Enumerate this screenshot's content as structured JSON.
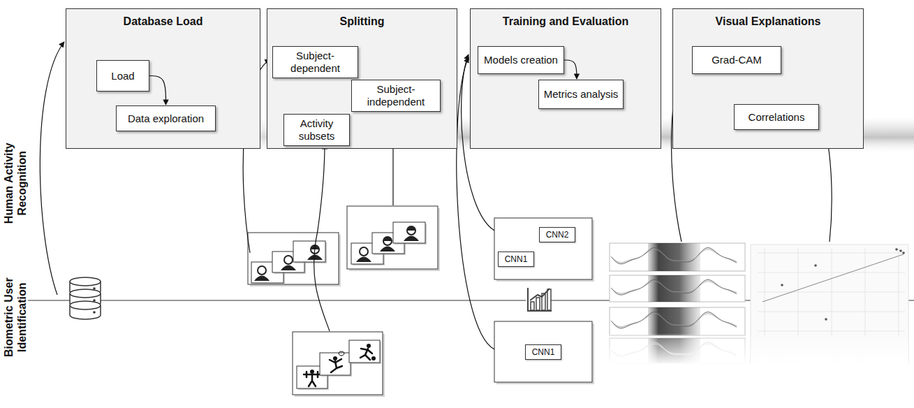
{
  "diagram": {
    "nodes": [
      {
        "text": [
          "Database Load"
        ]
      },
      {
        "text": [
          "Load"
        ],
        "in": 0
      },
      {
        "text": [
          "Data exploration"
        ],
        "in": 0
      },
      {
        "text": [
          "Splitting"
        ]
      },
      {
        "text": [
          "Subject-dependent"
        ],
        "in": 3
      },
      {
        "text": [
          "Subject-independent"
        ],
        "in": 3
      },
      {
        "text": [
          "Activity subsets"
        ],
        "in": 3
      },
      {
        "text": [
          "Training and Evaluation"
        ]
      },
      {
        "text": [
          "Models creation"
        ],
        "in": 7
      },
      {
        "text": [
          "Metrics analysis"
        ],
        "in": 7
      },
      {
        "text": [
          "Visual Explanations"
        ]
      },
      {
        "text": [
          "Grad-CAM"
        ],
        "in": 10
      },
      {
        "text": [
          "Correlations"
        ],
        "in": 10
      },
      {
        "text": [
          "CNN2"
        ]
      },
      {
        "text": [
          "CNN1"
        ]
      },
      {
        "text": [
          "CNN1"
        ]
      }
    ],
    "edges": [
      {
        "from": 1,
        "to": 2,
        "arrow": "to"
      },
      {
        "from": 8,
        "to": 9,
        "arrow": "to"
      }
    ],
    "labels": [
      "Human Activity Recognition",
      "Biometric User Identification"
    ]
  }
}
